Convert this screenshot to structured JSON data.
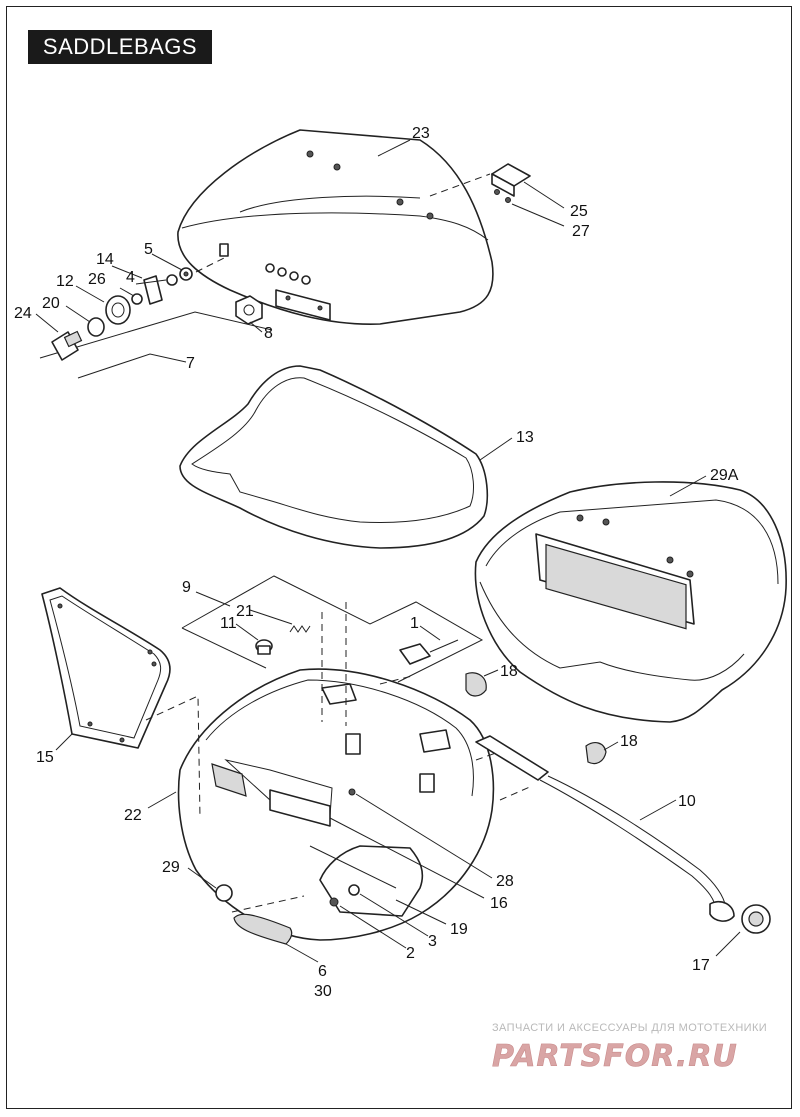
{
  "header": {
    "title": "SADDLEBAGS"
  },
  "callouts": [
    {
      "id": "c23",
      "text": "23"
    },
    {
      "id": "c25",
      "text": "25"
    },
    {
      "id": "c27",
      "text": "27"
    },
    {
      "id": "c5",
      "text": "5"
    },
    {
      "id": "c14",
      "text": "14"
    },
    {
      "id": "c4",
      "text": "4"
    },
    {
      "id": "c12",
      "text": "12"
    },
    {
      "id": "c26",
      "text": "26"
    },
    {
      "id": "c20",
      "text": "20"
    },
    {
      "id": "c24",
      "text": "24"
    },
    {
      "id": "c8",
      "text": "8"
    },
    {
      "id": "c7",
      "text": "7"
    },
    {
      "id": "c13",
      "text": "13"
    },
    {
      "id": "c29A",
      "text": "29A"
    },
    {
      "id": "c9",
      "text": "9"
    },
    {
      "id": "c21",
      "text": "21"
    },
    {
      "id": "c11",
      "text": "11"
    },
    {
      "id": "c1",
      "text": "1"
    },
    {
      "id": "c18a",
      "text": "18"
    },
    {
      "id": "c18b",
      "text": "18"
    },
    {
      "id": "c15",
      "text": "15"
    },
    {
      "id": "c22",
      "text": "22"
    },
    {
      "id": "c10",
      "text": "10"
    },
    {
      "id": "c28",
      "text": "28"
    },
    {
      "id": "c16",
      "text": "16"
    },
    {
      "id": "c29",
      "text": "29"
    },
    {
      "id": "c19",
      "text": "19"
    },
    {
      "id": "c3",
      "text": "3"
    },
    {
      "id": "c2",
      "text": "2"
    },
    {
      "id": "c17",
      "text": "17"
    },
    {
      "id": "c6",
      "text": "6"
    },
    {
      "id": "c30",
      "text": "30"
    }
  ],
  "watermark": {
    "tagline": "ЗАПЧАСТИ И АКСЕССУАРЫ ДЛЯ МОТОТЕХНИКИ",
    "logo": "PARTSFOR.RU",
    "logo_color": "#d9a5a5"
  },
  "colors": {
    "ink": "#222222",
    "title_bg": "#1a1a1a",
    "title_fg": "#ffffff"
  }
}
